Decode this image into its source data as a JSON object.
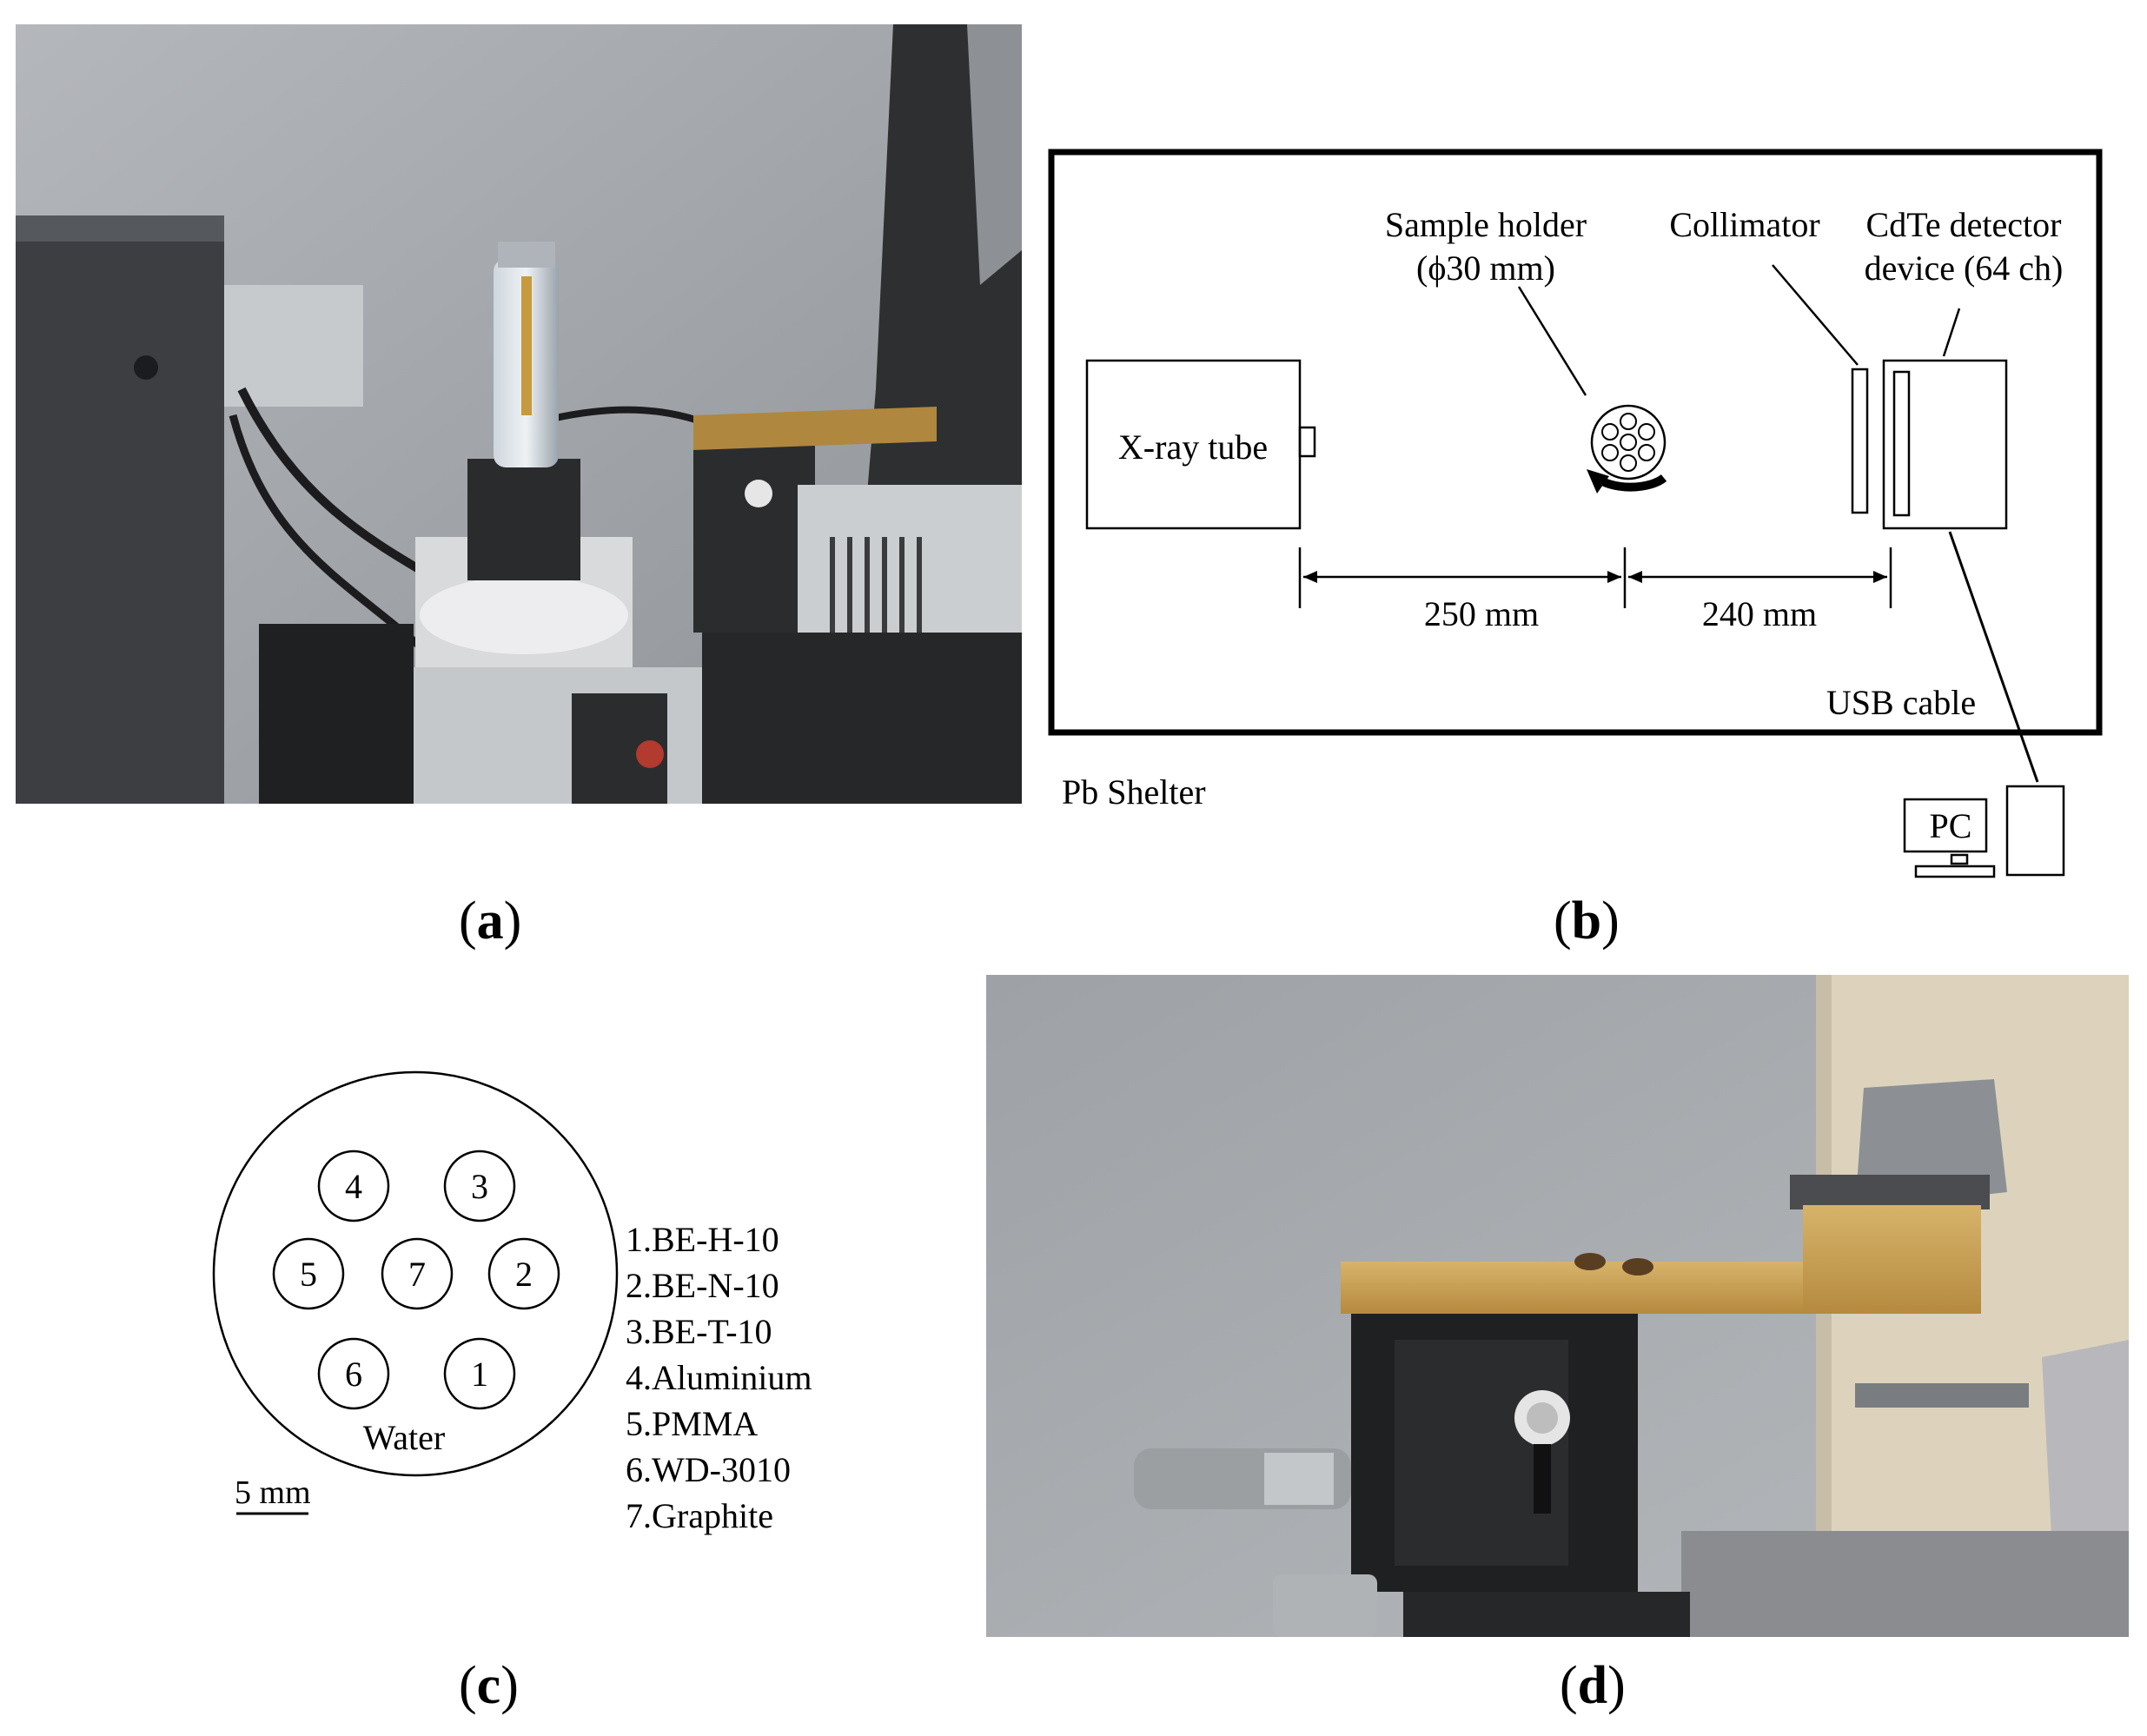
{
  "panels": {
    "a": {
      "caption": "a"
    },
    "b": {
      "caption": "b",
      "labels": {
        "sample_holder_1": "Sample holder",
        "sample_holder_2": "(ϕ30 mm)",
        "collimator": "Collimator",
        "detector_1": "CdTe detector",
        "detector_2": "device (64 ch)",
        "xray_tube": "X-ray tube",
        "dist_1": "250 mm",
        "dist_2": "240 mm",
        "usb_cable": "USB cable",
        "pb_shelter": "Pb Shelter",
        "pc": "PC"
      }
    },
    "c": {
      "caption": "c",
      "holes": [
        "4",
        "3",
        "5",
        "7",
        "2",
        "6",
        "1"
      ],
      "water": "Water",
      "scale": "5 mm",
      "legend": [
        "1.BE-H-10",
        "2.BE-N-10",
        "3.BE-T-10",
        "4.Aluminium",
        "5.PMMA",
        "6.WD-3010",
        "7.Graphite"
      ]
    },
    "d": {
      "caption": "d"
    }
  },
  "colors": {
    "wall_gray": "#a9acb0",
    "metal_dark": "#2a2a2c",
    "brass": "#c9a35a",
    "instrument_beige": "#ddd3bd",
    "foil": "#b8b8bc"
  }
}
